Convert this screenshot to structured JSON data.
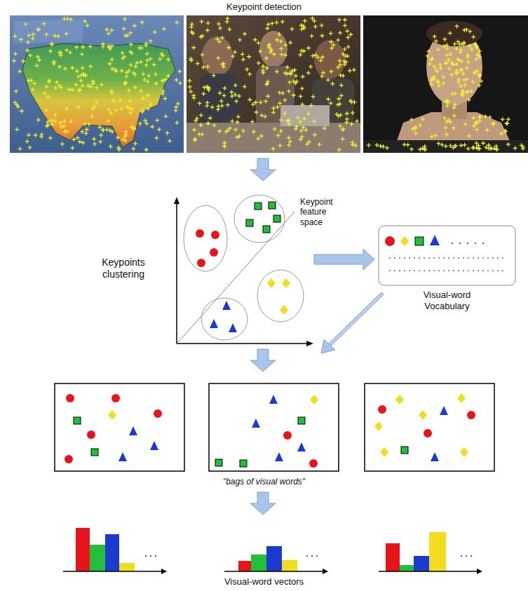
{
  "diagram": {
    "nodes": [
      {
        "text": [
          "Visual-word Vocabulary"
        ]
      }
    ],
    "labels": [
      "Keypoint detection",
      "Keypoint feature space",
      "Keypoints clustering",
      "\"bags of visual words\"",
      "Visual-word vectors"
    ]
  }
}
